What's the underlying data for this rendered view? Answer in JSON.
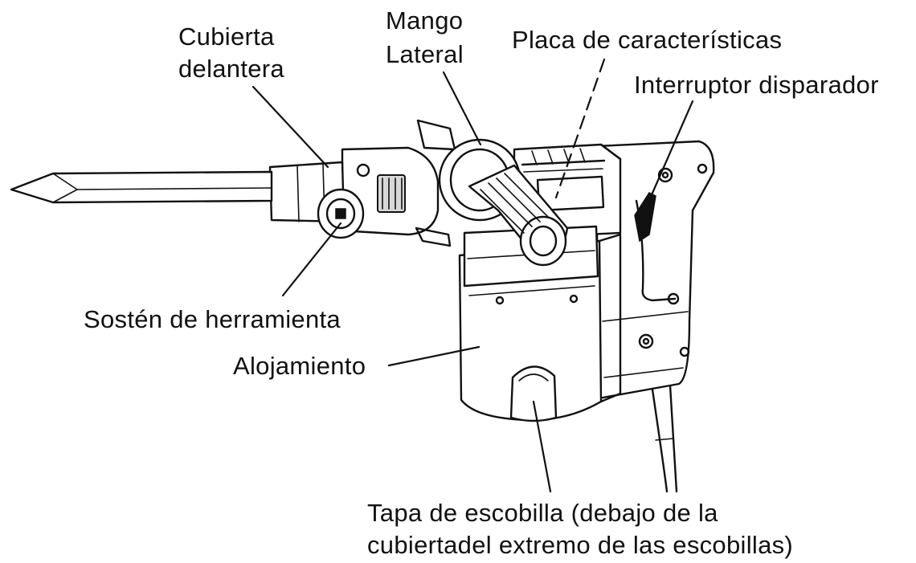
{
  "labels": {
    "cubierta_delantera": [
      "Cubierta",
      "delantera"
    ],
    "mango_lateral": [
      "Mango",
      "Lateral"
    ],
    "placa_caracteristicas": "Placa de características",
    "interruptor_disparador": "Interruptor disparador",
    "soston_herramienta": "Sostén de herramienta",
    "alojamiento": "Alojamiento",
    "tapa_escobilla": [
      "Tapa de escobilla (debajo de la",
      "cubiertadel extremo de las escobillas)"
    ]
  }
}
